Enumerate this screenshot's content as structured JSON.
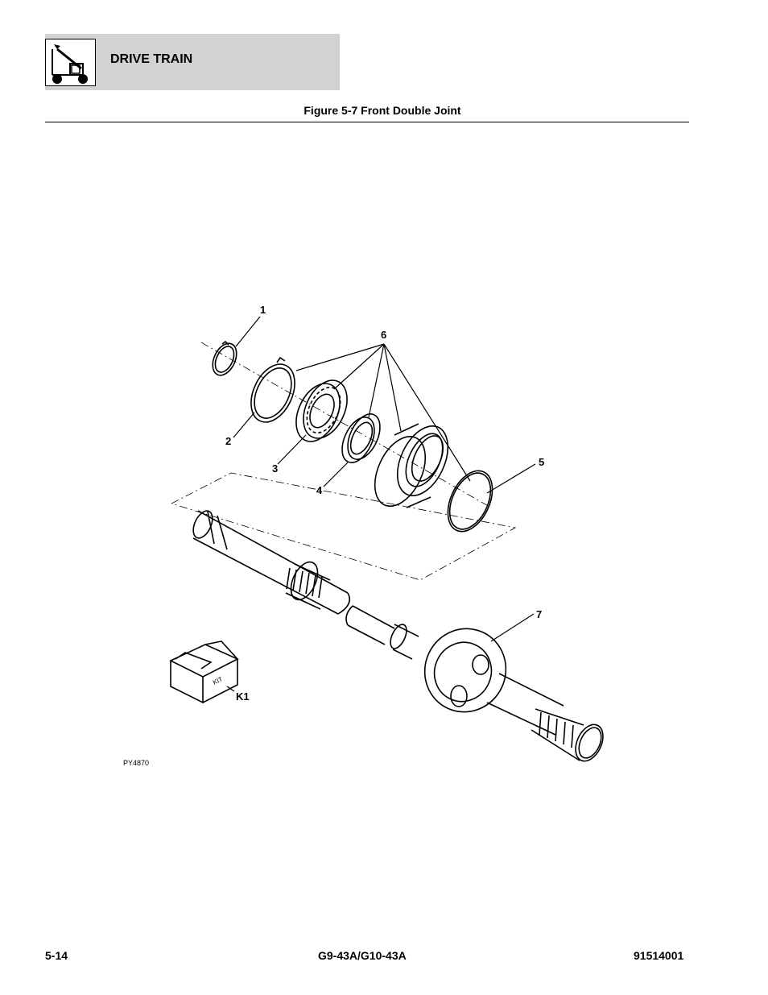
{
  "header": {
    "section_title": "DRIVE TRAIN",
    "logo_icon": "telehandler-icon"
  },
  "figure": {
    "title": "Figure 5-7 Front Double Joint",
    "image_id": "PY4870",
    "kit_label": "KIT",
    "callouts": [
      "1",
      "2",
      "3",
      "4",
      "5",
      "6",
      "7",
      "K1"
    ]
  },
  "footer": {
    "page_number": "5-14",
    "model": "G9-43A/G10-43A",
    "manual_number": "91514001"
  }
}
